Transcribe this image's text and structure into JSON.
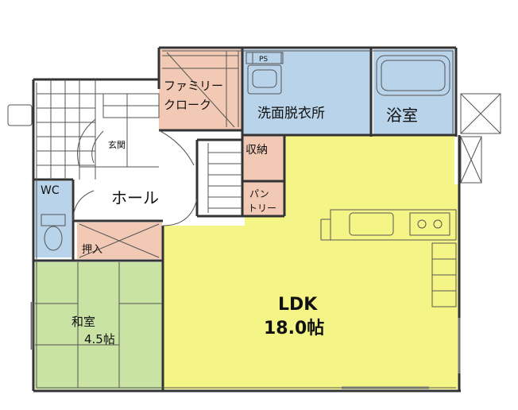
{
  "plan": {
    "rooms": {
      "family_cloak_line1": "ファミリー",
      "family_cloak_line2": "クローク",
      "ps": "PS",
      "washroom": "洗面脱衣所",
      "bath": "浴室",
      "genkan": "玄関",
      "storage": "収納",
      "pantry_line1": "パン",
      "pantry_line2": "トリー",
      "wc": "WC",
      "hall": "ホール",
      "oshiire": "押入",
      "washitsu_line1": "和室",
      "washitsu_line2": "4.5帖",
      "ldk_line1": "LDK",
      "ldk_line2": "18.0帖"
    },
    "colors": {
      "ldk": "#f5f587",
      "washroom": "#b9d3ea",
      "storage": "#f2c9b4",
      "washitsu": "#c8e3a4",
      "wc": "#b9d3ea",
      "wall": "#333333"
    }
  }
}
